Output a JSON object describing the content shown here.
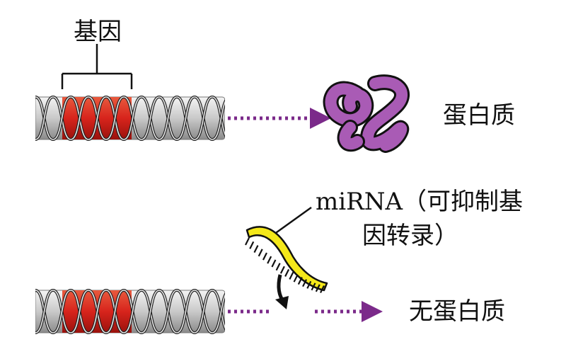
{
  "labels": {
    "gene": "基因",
    "protein": "蛋白质",
    "mirna_line1": "miRNA（可抑制基",
    "mirna_line2": "因转录）",
    "no_protein": "无蛋白质"
  },
  "colors": {
    "gene_region": "#d7241c",
    "tube": "#d0d0d0",
    "helix": "#444444",
    "arrow": "#7b2a8a",
    "protein": "#a95bb5",
    "mirna": "#f4e81a",
    "black": "#111111"
  }
}
